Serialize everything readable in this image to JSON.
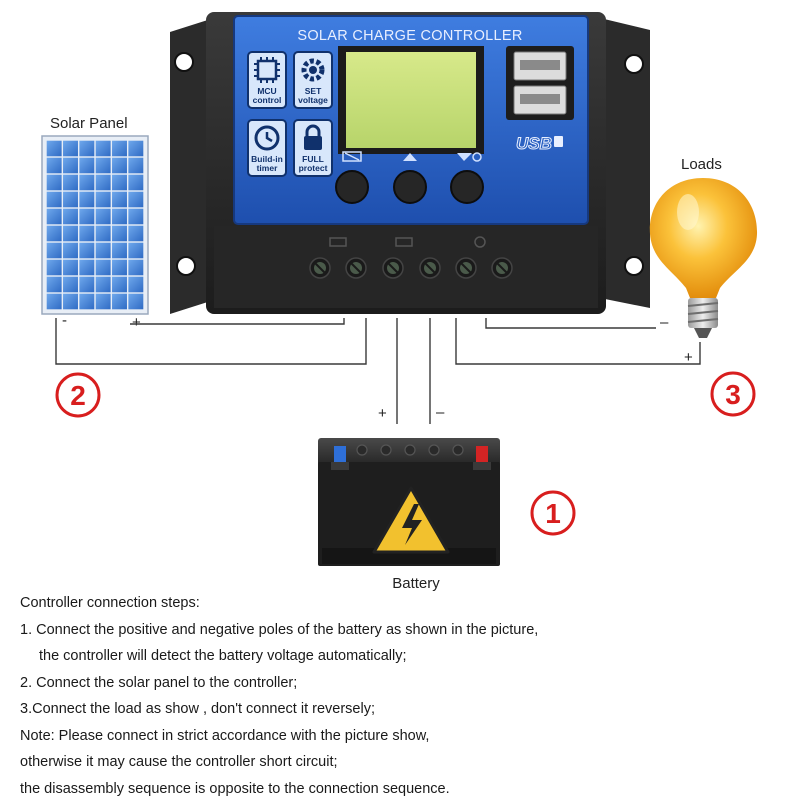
{
  "controller": {
    "title": "SOLAR CHARGE CONTROLLER",
    "usb_label": "USB",
    "feature_buttons": [
      {
        "icon": "mcu-chip-icon",
        "line1": "MCU",
        "line2": "control"
      },
      {
        "icon": "gear-icon",
        "line1": "SET",
        "line2": "voltage"
      },
      {
        "icon": "clock-icon",
        "line1": "Build-in",
        "line2": "timer"
      },
      {
        "icon": "lock-icon",
        "line1": "FULL",
        "line2": "protect"
      }
    ],
    "control_buttons": [
      {
        "icon": "panel-mode-icon"
      },
      {
        "icon": "up-arrow-icon"
      },
      {
        "icon": "down-arrow-load-icon"
      }
    ]
  },
  "labels": {
    "solar_panel": "Solar Panel",
    "loads": "Loads",
    "battery": "Battery",
    "minus": "-",
    "plus": "+",
    "em_minus": "–"
  },
  "step_markers": {
    "solar": "2",
    "load": "3",
    "battery": "1"
  },
  "colors": {
    "controller_blue": "#2d63c9",
    "controller_body": "#2a2a2a",
    "marker_red": "#d81e1e",
    "bulb_yellow": "#f7b21b",
    "panel_blue": "#3d7fd6"
  },
  "instructions": {
    "heading": "Controller connection steps:",
    "step1_line1": "1. Connect the positive and negative poles of the battery as shown in the picture,",
    "step1_line2": "the controller will detect the battery voltage automatically;",
    "step2": "2. Connect the solar panel to the controller;",
    "step3": "3.Connect the load as show , don't connect it reversely;",
    "note_line1": "Note: Please connect in strict accordance with the picture show,",
    "note_line2": "otherwise it may cause the controller short circuit;",
    "note_line3": "the disassembly sequence is opposite to the connection sequence."
  }
}
